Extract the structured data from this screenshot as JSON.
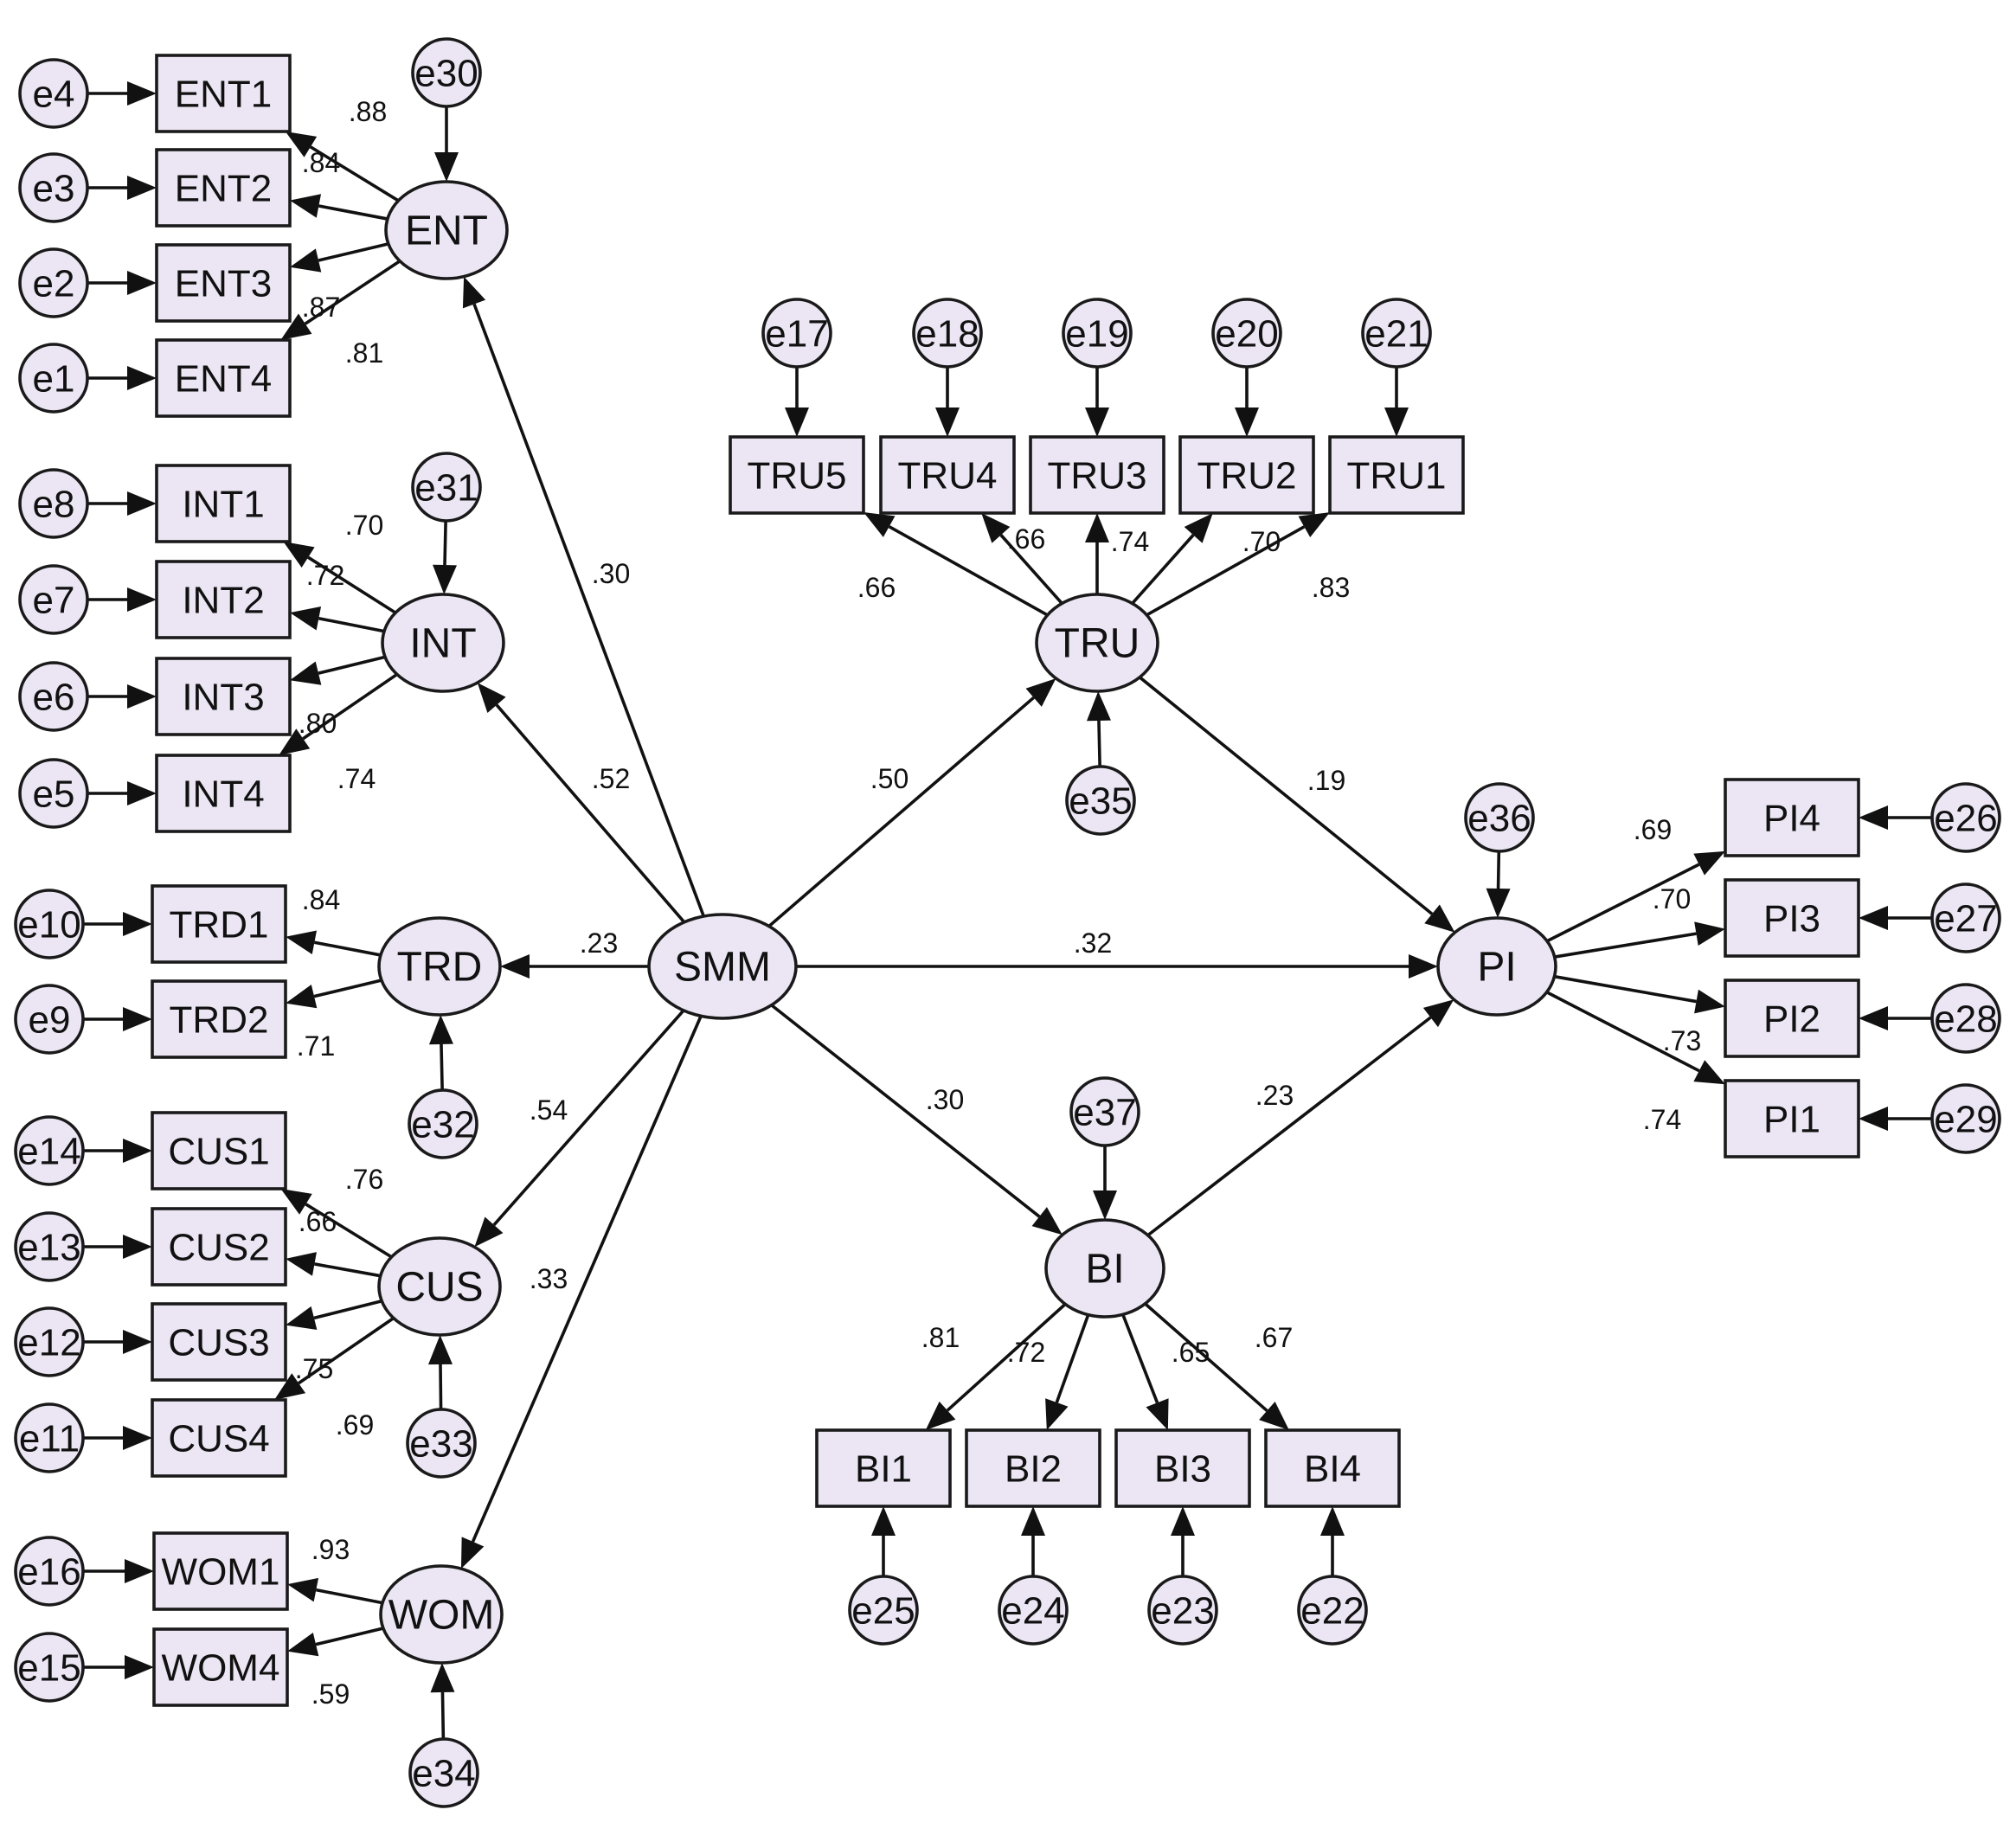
{
  "diagram": {
    "latents": [
      {
        "id": "ENT",
        "label": "ENT"
      },
      {
        "id": "INT",
        "label": "INT"
      },
      {
        "id": "TRD",
        "label": "TRD"
      },
      {
        "id": "CUS",
        "label": "CUS"
      },
      {
        "id": "WOM",
        "label": "WOM"
      },
      {
        "id": "SMM",
        "label": "SMM"
      },
      {
        "id": "TRU",
        "label": "TRU"
      },
      {
        "id": "PI",
        "label": "PI"
      },
      {
        "id": "BI",
        "label": "BI"
      }
    ],
    "indicators": [
      {
        "id": "ENT1",
        "label": "ENT1"
      },
      {
        "id": "ENT2",
        "label": "ENT2"
      },
      {
        "id": "ENT3",
        "label": "ENT3"
      },
      {
        "id": "ENT4",
        "label": "ENT4"
      },
      {
        "id": "INT1",
        "label": "INT1"
      },
      {
        "id": "INT2",
        "label": "INT2"
      },
      {
        "id": "INT3",
        "label": "INT3"
      },
      {
        "id": "INT4",
        "label": "INT4"
      },
      {
        "id": "TRD1",
        "label": "TRD1"
      },
      {
        "id": "TRD2",
        "label": "TRD2"
      },
      {
        "id": "CUS1",
        "label": "CUS1"
      },
      {
        "id": "CUS2",
        "label": "CUS2"
      },
      {
        "id": "CUS3",
        "label": "CUS3"
      },
      {
        "id": "CUS4",
        "label": "CUS4"
      },
      {
        "id": "WOM1",
        "label": "WOM1"
      },
      {
        "id": "WOM4",
        "label": "WOM4"
      },
      {
        "id": "TRU5",
        "label": "TRU5"
      },
      {
        "id": "TRU4",
        "label": "TRU4"
      },
      {
        "id": "TRU3",
        "label": "TRU3"
      },
      {
        "id": "TRU2",
        "label": "TRU2"
      },
      {
        "id": "TRU1",
        "label": "TRU1"
      },
      {
        "id": "PI4",
        "label": "PI4"
      },
      {
        "id": "PI3",
        "label": "PI3"
      },
      {
        "id": "PI2",
        "label": "PI2"
      },
      {
        "id": "PI1",
        "label": "PI1"
      },
      {
        "id": "BI1",
        "label": "BI1"
      },
      {
        "id": "BI2",
        "label": "BI2"
      },
      {
        "id": "BI3",
        "label": "BI3"
      },
      {
        "id": "BI4",
        "label": "BI4"
      }
    ],
    "errors": [
      {
        "id": "e4",
        "label": "e4"
      },
      {
        "id": "e3",
        "label": "e3"
      },
      {
        "id": "e2",
        "label": "e2"
      },
      {
        "id": "e1",
        "label": "e1"
      },
      {
        "id": "e8",
        "label": "e8"
      },
      {
        "id": "e7",
        "label": "e7"
      },
      {
        "id": "e6",
        "label": "e6"
      },
      {
        "id": "e5",
        "label": "e5"
      },
      {
        "id": "e10",
        "label": "e10"
      },
      {
        "id": "e9",
        "label": "e9"
      },
      {
        "id": "e14",
        "label": "e14"
      },
      {
        "id": "e13",
        "label": "e13"
      },
      {
        "id": "e12",
        "label": "e12"
      },
      {
        "id": "e11",
        "label": "e11"
      },
      {
        "id": "e16",
        "label": "e16"
      },
      {
        "id": "e15",
        "label": "e15"
      },
      {
        "id": "e30",
        "label": "e30"
      },
      {
        "id": "e31",
        "label": "e31"
      },
      {
        "id": "e32",
        "label": "e32"
      },
      {
        "id": "e33",
        "label": "e33"
      },
      {
        "id": "e34",
        "label": "e34"
      },
      {
        "id": "e17",
        "label": "e17"
      },
      {
        "id": "e18",
        "label": "e18"
      },
      {
        "id": "e19",
        "label": "e19"
      },
      {
        "id": "e20",
        "label": "e20"
      },
      {
        "id": "e21",
        "label": "e21"
      },
      {
        "id": "e35",
        "label": "e35"
      },
      {
        "id": "e36",
        "label": "e36"
      },
      {
        "id": "e37",
        "label": "e37"
      },
      {
        "id": "e26",
        "label": "e26"
      },
      {
        "id": "e27",
        "label": "e27"
      },
      {
        "id": "e28",
        "label": "e28"
      },
      {
        "id": "e29",
        "label": "e29"
      },
      {
        "id": "e25",
        "label": "e25"
      },
      {
        "id": "e24",
        "label": "e24"
      },
      {
        "id": "e23",
        "label": "e23"
      },
      {
        "id": "e22",
        "label": "e22"
      }
    ],
    "paths": [
      {
        "from": "SMM",
        "to": "ENT",
        "coef": ".30"
      },
      {
        "from": "SMM",
        "to": "INT",
        "coef": ".52"
      },
      {
        "from": "SMM",
        "to": "TRD",
        "coef": ".23"
      },
      {
        "from": "SMM",
        "to": "CUS",
        "coef": ".54"
      },
      {
        "from": "SMM",
        "to": "WOM",
        "coef": ".33"
      },
      {
        "from": "SMM",
        "to": "TRU",
        "coef": ".50"
      },
      {
        "from": "SMM",
        "to": "PI",
        "coef": ".32"
      },
      {
        "from": "SMM",
        "to": "BI",
        "coef": ".30"
      },
      {
        "from": "TRU",
        "to": "PI",
        "coef": ".19"
      },
      {
        "from": "BI",
        "to": "PI",
        "coef": ".23"
      }
    ],
    "loadings": [
      {
        "from": "ENT",
        "to": "ENT1",
        "coef": ".88"
      },
      {
        "from": "ENT",
        "to": "ENT2",
        "coef": ".84"
      },
      {
        "from": "ENT",
        "to": "ENT3",
        "coef": ".87"
      },
      {
        "from": "ENT",
        "to": "ENT4",
        "coef": ".81"
      },
      {
        "from": "INT",
        "to": "INT1",
        "coef": ".70"
      },
      {
        "from": "INT",
        "to": "INT2",
        "coef": ".72"
      },
      {
        "from": "INT",
        "to": "INT3",
        "coef": ".80"
      },
      {
        "from": "INT",
        "to": "INT4",
        "coef": ".74"
      },
      {
        "from": "TRD",
        "to": "TRD1",
        "coef": ".84"
      },
      {
        "from": "TRD",
        "to": "TRD2",
        "coef": ".71"
      },
      {
        "from": "CUS",
        "to": "CUS1",
        "coef": ".76"
      },
      {
        "from": "CUS",
        "to": "CUS2",
        "coef": ".66"
      },
      {
        "from": "CUS",
        "to": "CUS3",
        "coef": ".75"
      },
      {
        "from": "CUS",
        "to": "CUS4",
        "coef": ".69"
      },
      {
        "from": "WOM",
        "to": "WOM1",
        "coef": ".93"
      },
      {
        "from": "WOM",
        "to": "WOM4",
        "coef": ".59"
      },
      {
        "from": "TRU",
        "to": "TRU5",
        "coef": ".66"
      },
      {
        "from": "TRU",
        "to": "TRU4",
        "coef": ".66"
      },
      {
        "from": "TRU",
        "to": "TRU3",
        "coef": ".74"
      },
      {
        "from": "TRU",
        "to": "TRU2",
        "coef": ".70"
      },
      {
        "from": "TRU",
        "to": "TRU1",
        "coef": ".83"
      },
      {
        "from": "PI",
        "to": "PI4",
        "coef": ".69"
      },
      {
        "from": "PI",
        "to": "PI3",
        "coef": ".70"
      },
      {
        "from": "PI",
        "to": "PI2",
        "coef": ".73"
      },
      {
        "from": "PI",
        "to": "PI1",
        "coef": ".74"
      },
      {
        "from": "BI",
        "to": "BI1",
        "coef": ".81"
      },
      {
        "from": "BI",
        "to": "BI2",
        "coef": ".72"
      },
      {
        "from": "BI",
        "to": "BI3",
        "coef": ".65"
      },
      {
        "from": "BI",
        "to": "BI4",
        "coef": ".67"
      }
    ],
    "error_links": [
      {
        "from": "e4",
        "to": "ENT1"
      },
      {
        "from": "e3",
        "to": "ENT2"
      },
      {
        "from": "e2",
        "to": "ENT3"
      },
      {
        "from": "e1",
        "to": "ENT4"
      },
      {
        "from": "e8",
        "to": "INT1"
      },
      {
        "from": "e7",
        "to": "INT2"
      },
      {
        "from": "e6",
        "to": "INT3"
      },
      {
        "from": "e5",
        "to": "INT4"
      },
      {
        "from": "e10",
        "to": "TRD1"
      },
      {
        "from": "e9",
        "to": "TRD2"
      },
      {
        "from": "e14",
        "to": "CUS1"
      },
      {
        "from": "e13",
        "to": "CUS2"
      },
      {
        "from": "e12",
        "to": "CUS3"
      },
      {
        "from": "e11",
        "to": "CUS4"
      },
      {
        "from": "e16",
        "to": "WOM1"
      },
      {
        "from": "e15",
        "to": "WOM4"
      },
      {
        "from": "e30",
        "to": "ENT"
      },
      {
        "from": "e31",
        "to": "INT"
      },
      {
        "from": "e32",
        "to": "TRD"
      },
      {
        "from": "e33",
        "to": "CUS"
      },
      {
        "from": "e34",
        "to": "WOM"
      },
      {
        "from": "e17",
        "to": "TRU5"
      },
      {
        "from": "e18",
        "to": "TRU4"
      },
      {
        "from": "e19",
        "to": "TRU3"
      },
      {
        "from": "e20",
        "to": "TRU2"
      },
      {
        "from": "e21",
        "to": "TRU1"
      },
      {
        "from": "e35",
        "to": "TRU"
      },
      {
        "from": "e36",
        "to": "PI"
      },
      {
        "from": "e37",
        "to": "BI"
      },
      {
        "from": "e26",
        "to": "PI4"
      },
      {
        "from": "e27",
        "to": "PI3"
      },
      {
        "from": "e28",
        "to": "PI2"
      },
      {
        "from": "e29",
        "to": "PI1"
      },
      {
        "from": "e25",
        "to": "BI1"
      },
      {
        "from": "e24",
        "to": "BI2"
      },
      {
        "from": "e23",
        "to": "BI3"
      },
      {
        "from": "e22",
        "to": "BI4"
      }
    ]
  }
}
